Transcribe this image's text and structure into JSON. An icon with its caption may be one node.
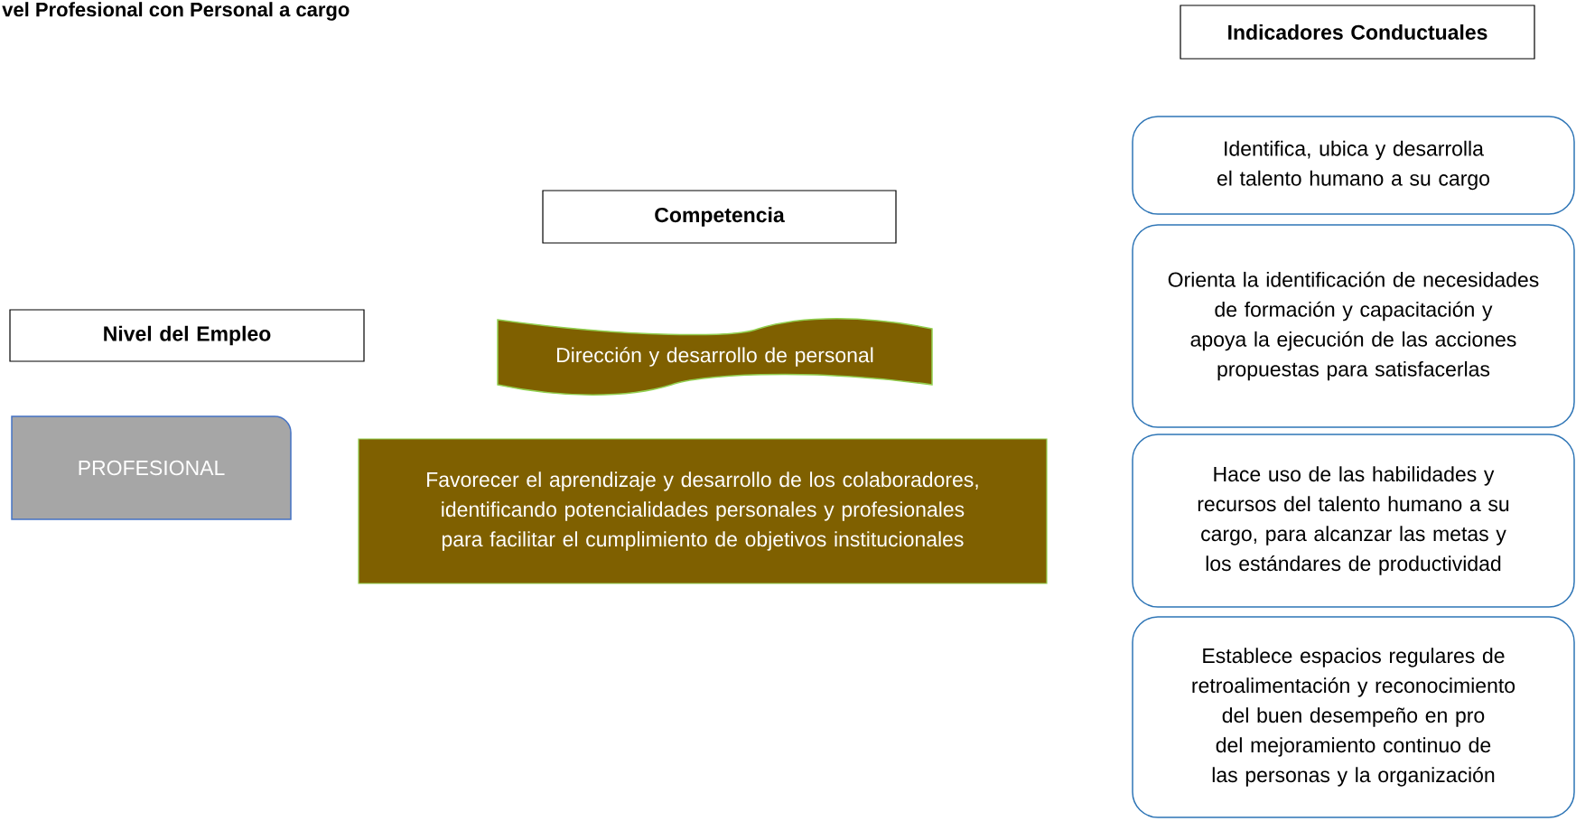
{
  "diagram": {
    "title": "vel Profesional con Personal a cargo",
    "nodes": [
      {
        "text": [
          "Indicadores Conductuales"
        ]
      },
      {
        "text": [
          "Competencia"
        ]
      },
      {
        "text": [
          "Nivel del Empleo"
        ]
      },
      {
        "text": [
          "Dirección y desarrollo de personal"
        ]
      },
      {
        "text": [
          "PROFESIONAL"
        ]
      },
      {
        "text": [
          "Favorecer el aprendizaje y desarrollo de los colaboradores, identificando potencialidades personales y profesionales para facilitar el cumplimiento de objetivos institucionales"
        ]
      },
      {
        "text": [
          "Identifica, ubica y desarrolla el talento humano a su cargo"
        ]
      },
      {
        "text": [
          "Orienta la identificación de necesidades de formación y capacitación y apoya la ejecución de las acciones propuestas para satisfacerlas"
        ]
      },
      {
        "text": [
          "Hace uso de las habilidades y recursos del talento humano a su cargo, para alcanzar las metas y los estándares de productividad"
        ]
      },
      {
        "text": [
          "Establece espacios regulares de retroalimentación y reconocimiento del buen desempeño en pro del mejoramiento continuo de las personas y la organización"
        ]
      }
    ],
    "edges": []
  }
}
